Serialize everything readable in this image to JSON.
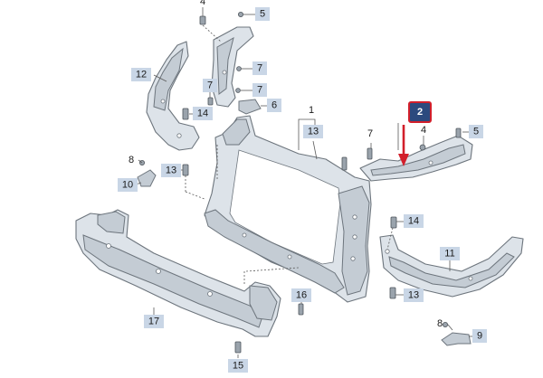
{
  "labels": {
    "n4_top": "4",
    "n5_top": "5",
    "n12": "12",
    "n7_a": "7",
    "n7_b": "7",
    "n7_c": "7",
    "n14_a": "14",
    "n6": "6",
    "n1": "1",
    "n13_a": "13",
    "n2": "2",
    "n4_right": "4",
    "n5_right": "5",
    "n8_a": "8",
    "n13_b": "13",
    "n10": "10",
    "n7_d": "7",
    "n14_b": "14",
    "n11": "11",
    "n13_c": "13",
    "n16": "16",
    "n17": "17",
    "n8_b": "8",
    "n9": "9",
    "n15": "15"
  },
  "colors": {
    "label_box": "#c9d6e6",
    "highlight_box": "#2c4a7e",
    "highlight_border": "#d21f2b",
    "arrow": "#d21f2b",
    "part_fill": "#dde3e9",
    "part_stroke": "#6d757d"
  },
  "highlighted_part": "2"
}
